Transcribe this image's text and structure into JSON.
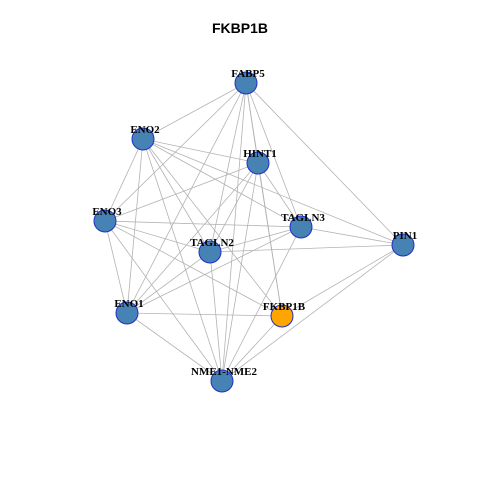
{
  "title": "FKBP1B",
  "colors": {
    "node_default": "#4682b4",
    "node_highlight": "#ffa500",
    "node_border": "#1f2fc8",
    "edge": "#b3b3b3"
  },
  "nodes": [
    {
      "id": "FABP5",
      "label": "FABP5",
      "highlight": false
    },
    {
      "id": "ENO2",
      "label": "ENO2",
      "highlight": false
    },
    {
      "id": "HINT1",
      "label": "HINT1",
      "highlight": false
    },
    {
      "id": "ENO3",
      "label": "ENO3",
      "highlight": false
    },
    {
      "id": "TAGLN3",
      "label": "TAGLN3",
      "highlight": false
    },
    {
      "id": "PIN1",
      "label": "PIN1",
      "highlight": false
    },
    {
      "id": "TAGLN2",
      "label": "TAGLN2",
      "highlight": false
    },
    {
      "id": "ENO1",
      "label": "ENO1",
      "highlight": false
    },
    {
      "id": "FKBP1B",
      "label": "FKBP1B",
      "highlight": true
    },
    {
      "id": "NME1-NME2",
      "label": "NME1-NME2",
      "highlight": false
    }
  ],
  "edges": [
    [
      "FABP5",
      "ENO2"
    ],
    [
      "FABP5",
      "ENO3"
    ],
    [
      "FABP5",
      "HINT1"
    ],
    [
      "FABP5",
      "TAGLN3"
    ],
    [
      "FABP5",
      "PIN1"
    ],
    [
      "FABP5",
      "TAGLN2"
    ],
    [
      "FABP5",
      "ENO1"
    ],
    [
      "FABP5",
      "FKBP1B"
    ],
    [
      "FABP5",
      "NME1-NME2"
    ],
    [
      "ENO2",
      "ENO3"
    ],
    [
      "ENO2",
      "HINT1"
    ],
    [
      "ENO2",
      "TAGLN3"
    ],
    [
      "ENO2",
      "PIN1"
    ],
    [
      "ENO2",
      "TAGLN2"
    ],
    [
      "ENO2",
      "ENO1"
    ],
    [
      "ENO2",
      "FKBP1B"
    ],
    [
      "ENO2",
      "NME1-NME2"
    ],
    [
      "HINT1",
      "ENO3"
    ],
    [
      "HINT1",
      "TAGLN3"
    ],
    [
      "HINT1",
      "TAGLN2"
    ],
    [
      "HINT1",
      "ENO1"
    ],
    [
      "HINT1",
      "FKBP1B"
    ],
    [
      "HINT1",
      "NME1-NME2"
    ],
    [
      "ENO3",
      "TAGLN3"
    ],
    [
      "ENO3",
      "TAGLN2"
    ],
    [
      "ENO3",
      "ENO1"
    ],
    [
      "ENO3",
      "FKBP1B"
    ],
    [
      "ENO3",
      "NME1-NME2"
    ],
    [
      "TAGLN3",
      "PIN1"
    ],
    [
      "TAGLN3",
      "TAGLN2"
    ],
    [
      "TAGLN3",
      "ENO1"
    ],
    [
      "TAGLN3",
      "NME1-NME2"
    ],
    [
      "PIN1",
      "TAGLN2"
    ],
    [
      "PIN1",
      "NME1-NME2"
    ],
    [
      "PIN1",
      "FKBP1B"
    ],
    [
      "TAGLN2",
      "ENO1"
    ],
    [
      "TAGLN2",
      "NME1-NME2"
    ],
    [
      "ENO1",
      "FKBP1B"
    ],
    [
      "ENO1",
      "NME1-NME2"
    ],
    [
      "FKBP1B",
      "NME1-NME2"
    ]
  ]
}
